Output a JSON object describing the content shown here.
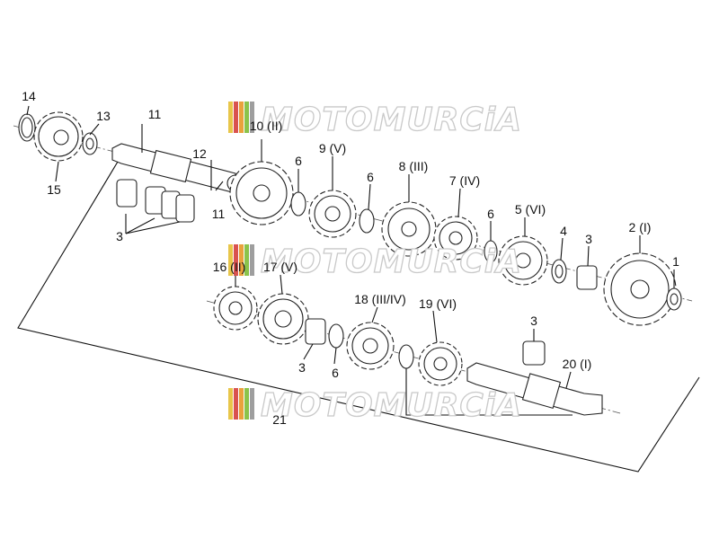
{
  "watermark": {
    "text": "MOTOMURCiA",
    "stripe_colors": [
      "#e8c64a",
      "#d9534f",
      "#e9a23b",
      "#8bc34a",
      "#9e9e9e"
    ]
  },
  "callouts": {
    "c14": "14",
    "c13": "13",
    "c15": "15",
    "c11a": "11",
    "c11b": "11",
    "c12": "12",
    "c10": "10 (II)",
    "c6a": "6",
    "c9": "9 (V)",
    "c6b": "6",
    "c8": "8 (III)",
    "c7": "7 (IV)",
    "c6c": "6",
    "c5": "5 (VI)",
    "c4": "4",
    "c3a": "3",
    "c2": "2 (I)",
    "c1": "1",
    "c3b": "3",
    "c16": "16 (II)",
    "c17": "17 (V)",
    "c18": "18 (III/IV)",
    "c19": "19 (VI)",
    "c3c": "3",
    "c6d": "6",
    "c3d": "3",
    "c20": "20 (I)",
    "c21": "21"
  },
  "colors": {
    "line": "#222222",
    "axis": "#555555",
    "frame": "#111111"
  }
}
